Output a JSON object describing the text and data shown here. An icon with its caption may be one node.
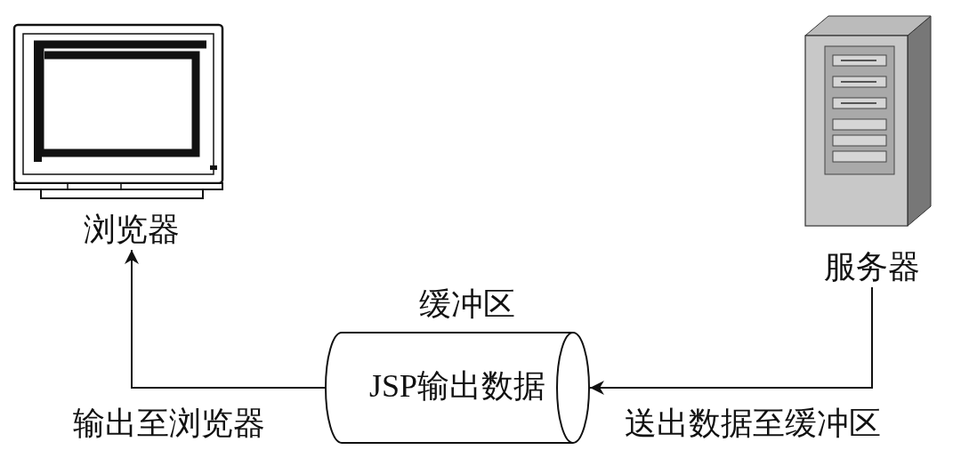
{
  "diagram": {
    "nodes": [
      {
        "text": [
          "浏览器"
        ]
      },
      {
        "text": [
          "服务器"
        ]
      },
      {
        "text": [
          "缓冲区",
          "JSP输出数据"
        ]
      }
    ],
    "edges": [
      {
        "from": 1,
        "to": 2,
        "arrow": "to",
        "label": "送出数据至缓冲区"
      },
      {
        "from": 2,
        "to": 0,
        "arrow": "to",
        "label": "输出至浏览器"
      }
    ]
  }
}
